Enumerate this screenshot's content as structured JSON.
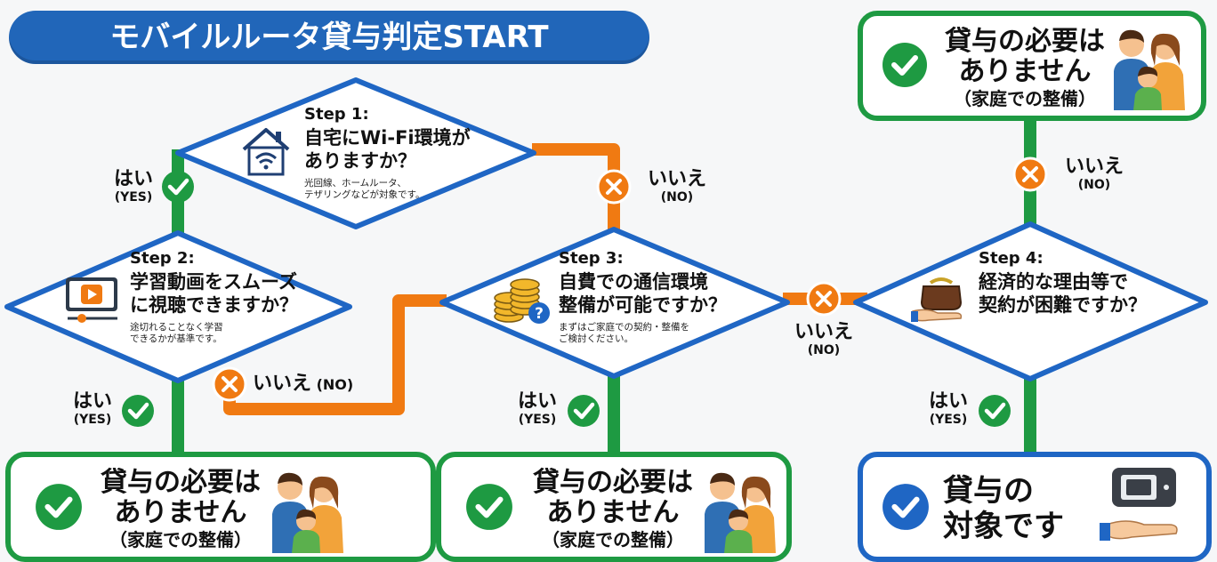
{
  "title": "モバイルルータ貸与判定START",
  "colors": {
    "title_bg": "#2166b9",
    "yes": "#1e9a42",
    "no": "#f07a12",
    "node_border": "#1f66c4"
  },
  "step1": {
    "step": "Step 1:",
    "q1": "自宅にWi-Fi環境が",
    "q2": "ありますか？",
    "n1": "光回線、ホームルータ、",
    "n2": "テザリングなどが対象です。",
    "icon": "house-wifi-icon"
  },
  "step2": {
    "step": "Step 2:",
    "q1": "学習動画をスムーズ",
    "q2": "に視聴できますか？",
    "n1": "途切れることなく学習",
    "n2": "できるかが基準です。",
    "icon": "video-player-icon"
  },
  "step3": {
    "step": "Step 3:",
    "q1": "自費での通信環境",
    "q2": "整備が可能ですか？",
    "n1": "まずはご家庭での契約・整備を",
    "n2": "ご検討ください。",
    "icon": "coins-question-icon"
  },
  "step4": {
    "step": "Step 4:",
    "q1": "経済的な理由等で",
    "q2": "契約が困難ですか？",
    "icon": "purse-hand-icon"
  },
  "labels": {
    "s1_yes": {
      "main": "はい",
      "sub": "(YES)"
    },
    "s1_no": {
      "main": "いいえ",
      "sub": "(NO)"
    },
    "s2_yes": {
      "main": "はい",
      "sub": "(YES)"
    },
    "s2_no": {
      "main": "いいえ",
      "sub": "(NO)"
    },
    "s3_yes": {
      "main": "はい",
      "sub": "(YES)"
    },
    "s3_no": {
      "main": "いいえ",
      "sub": "(NO)"
    },
    "s4_yes": {
      "main": "はい",
      "sub": "(YES)"
    },
    "s4_no": {
      "main": "いいえ",
      "sub": "(NO)"
    }
  },
  "results": {
    "no_need": {
      "l1": "貸与の必要は",
      "l2": "ありません",
      "l3": "（家庭での整備）",
      "icon": "family-icon"
    },
    "loan": {
      "l1": "貸与の",
      "l2": "対象です",
      "icon": "router-hand-icon"
    }
  }
}
